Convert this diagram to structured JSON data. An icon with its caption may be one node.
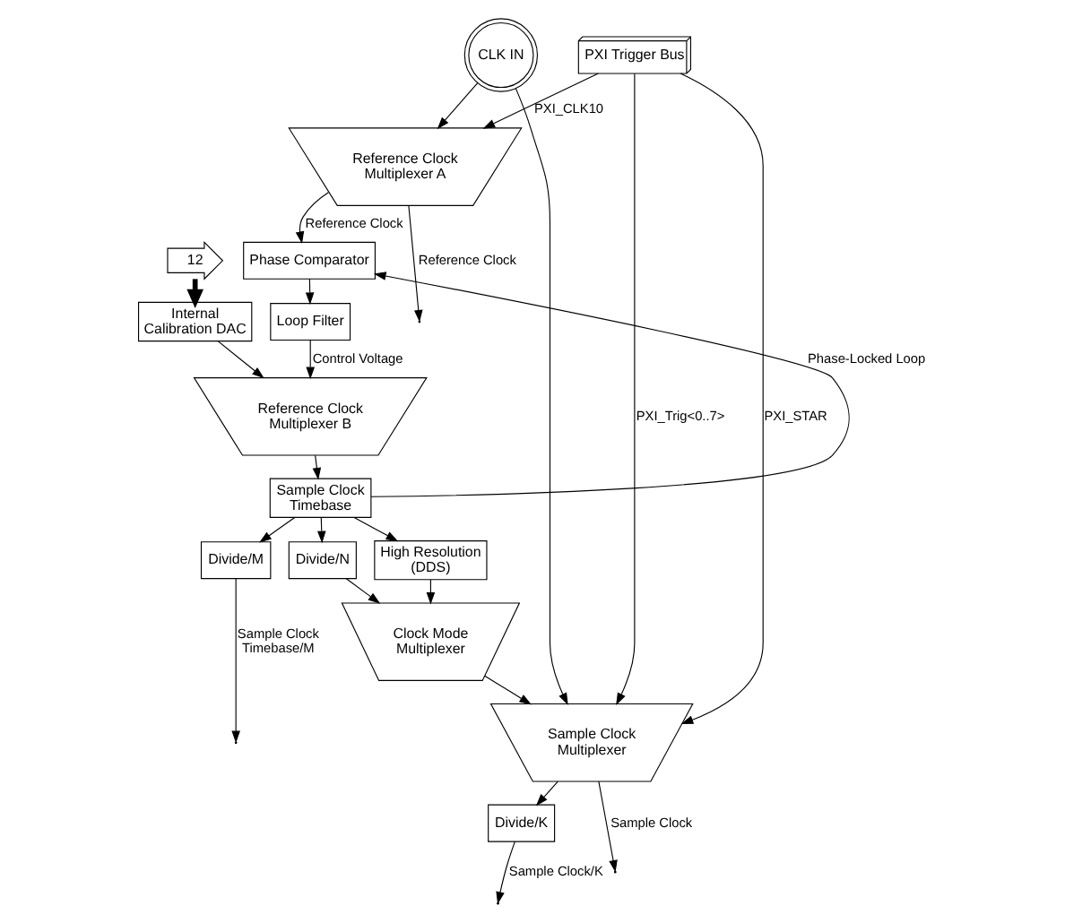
{
  "diagram": {
    "nodes": [
      {
        "text": [
          "CLK IN"
        ]
      },
      {
        "text": [
          "PXI Trigger Bus"
        ]
      },
      {
        "text": [
          "Reference Clock Multiplexer A"
        ]
      },
      {
        "text": [
          "12"
        ]
      },
      {
        "text": [
          "Internal Calibration DAC"
        ]
      },
      {
        "text": [
          "Phase Comparator"
        ]
      },
      {
        "text": [
          "Loop Filter"
        ]
      },
      {
        "text": [
          "Reference Clock Multiplexer B"
        ]
      },
      {
        "text": [
          "Sample Clock Timebase"
        ]
      },
      {
        "text": [
          "Divide/N"
        ]
      },
      {
        "text": [
          "High Resolution (DDS)"
        ]
      },
      {
        "text": [
          "Clock Mode Multiplexer"
        ]
      },
      {
        "text": [
          "Sample Clock Multiplexer"
        ]
      },
      {
        "text": [
          "Divide/M"
        ]
      },
      {
        "text": [
          "Divide/K"
        ]
      }
    ],
    "edges": [
      {
        "from": 0,
        "to": 2,
        "arrow": "to"
      },
      {
        "from": 1,
        "to": 2,
        "arrow": "to",
        "label": "PXI_CLK10"
      },
      {
        "from": 3,
        "to": 4,
        "arrow": "to",
        "style": "thick"
      },
      {
        "from": 2,
        "to": 5,
        "arrow": "to",
        "label": "Reference Clock"
      },
      {
        "from": 4,
        "to": 7,
        "arrow": "to"
      },
      {
        "from": 5,
        "to": 6,
        "arrow": "to"
      },
      {
        "from": 6,
        "to": 7,
        "arrow": "to",
        "label": "Control Voltage"
      },
      {
        "from": 7,
        "to": 8,
        "arrow": "to"
      },
      {
        "from": 8,
        "to": 9,
        "arrow": "to"
      },
      {
        "from": 8,
        "to": 10,
        "arrow": "to"
      },
      {
        "from": 9,
        "to": 11,
        "arrow": "to"
      },
      {
        "from": 10,
        "to": 11,
        "arrow": "to"
      },
      {
        "from": 8,
        "to": 5,
        "arrow": "to",
        "label": "Phase-Locked Loop"
      },
      {
        "from": 11,
        "to": 12,
        "arrow": "to"
      },
      {
        "from": 0,
        "to": 12,
        "arrow": "to"
      },
      {
        "from": 1,
        "to": 12,
        "arrow": "to",
        "label": "PXI_STAR"
      },
      {
        "from": 1,
        "to": 12,
        "arrow": "to",
        "label": "PXI_Trig<0..7>"
      },
      {
        "from": 8,
        "to": 13,
        "arrow": "to"
      },
      {
        "from": 13,
        "to": null,
        "arrow": "to",
        "label": "Sample Clock Timebase/M"
      },
      {
        "from": 12,
        "to": null,
        "arrow": "to",
        "label": "Sample Clock"
      },
      {
        "from": 12,
        "to": 14,
        "arrow": "to"
      },
      {
        "from": 14,
        "to": null,
        "arrow": "to",
        "label": "Sample Clock/K"
      },
      {
        "from": 2,
        "to": null,
        "arrow": "to",
        "label": "Reference Clock"
      }
    ]
  }
}
